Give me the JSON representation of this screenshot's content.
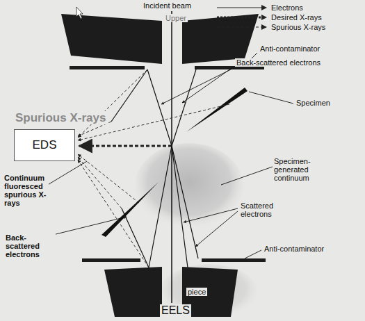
{
  "diagram": {
    "nodes": [
      {
        "text": [
          "EDS"
        ]
      }
    ],
    "edges": [],
    "labels": [
      "Incident beam",
      "Upper",
      "Anti-contaminator",
      "Back-scattered electrons",
      "Spurious X-rays",
      "Specimen",
      "Continuum fluoresced spurious X-rays",
      "Specimen-generated continuum",
      "Scattered electrons",
      "Back-scattered electrons",
      "Anti-contaminator",
      "piece",
      "EELS"
    ],
    "legend": [
      {
        "text": "Electrons"
      },
      {
        "text": "Desired X-rays"
      },
      {
        "text": "Spurious X-rays"
      }
    ]
  }
}
